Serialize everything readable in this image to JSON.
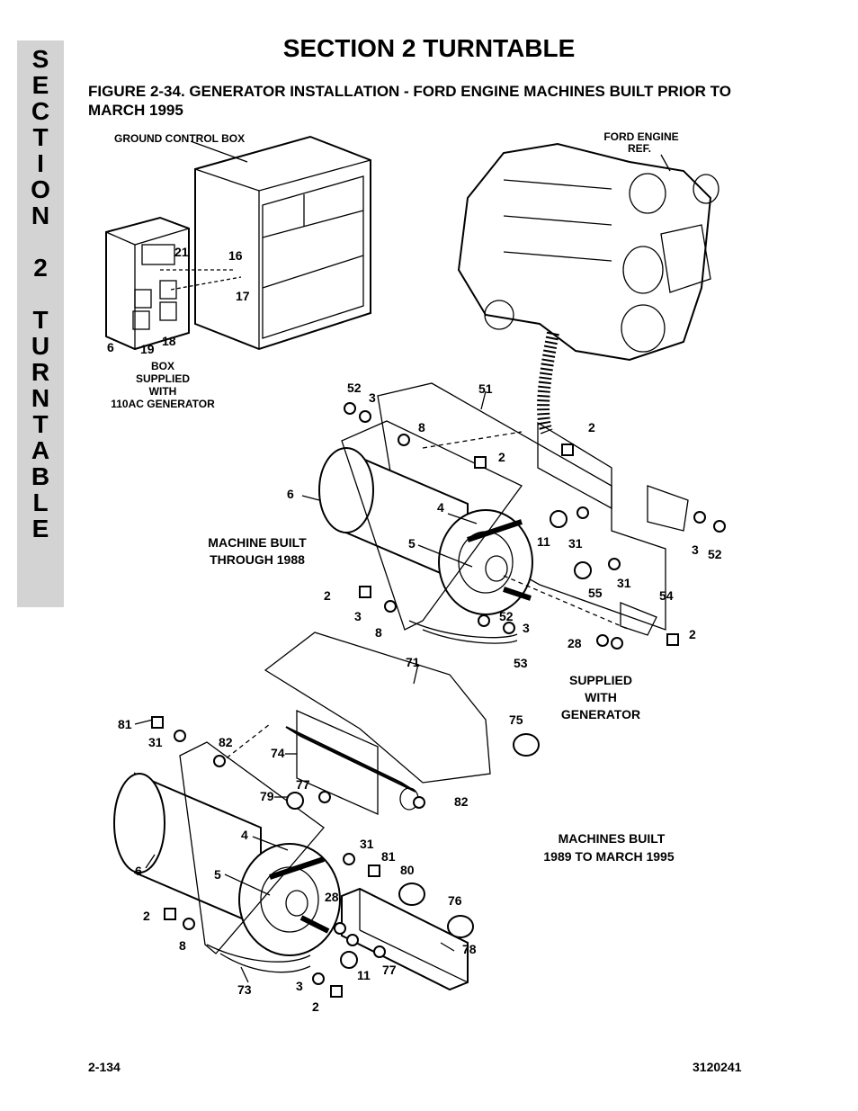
{
  "side_tab": {
    "letters": [
      "S",
      "E",
      "C",
      "T",
      "I",
      "O",
      "N",
      "",
      "2",
      "",
      "T",
      "U",
      "R",
      "N",
      "T",
      "A",
      "B",
      "L",
      "E"
    ]
  },
  "page_title": "SECTION 2  TURNTABLE",
  "figure_title": "FIGURE 2-34.  GENERATOR INSTALLATION - FORD ENGINE MACHINES BUILT PRIOR TO MARCH 1995",
  "captions": {
    "ground_control_box": "GROUND CONTROL BOX",
    "ford_engine_1": "FORD ENGINE",
    "ford_engine_2": "REF.",
    "box_supplied_1": "BOX",
    "box_supplied_2": "SUPPLIED",
    "box_supplied_3": "WITH",
    "box_supplied_4": "110AC GENERATOR",
    "machine_built_1": "MACHINE BUILT",
    "machine_built_2": "THROUGH 1988",
    "supplied_gen_1": "SUPPLIED",
    "supplied_gen_2": "WITH",
    "supplied_gen_3": "GENERATOR",
    "machines_built_1": "MACHINES BUILT",
    "machines_built_2": "1989 TO MARCH 1995"
  },
  "callouts": {
    "c21": "21",
    "c16": "16",
    "c17": "17",
    "c6a": "6",
    "c19": "19",
    "c18": "18",
    "c52a": "52",
    "c3a": "3",
    "c51": "51",
    "c8a": "8",
    "c2a": "2",
    "c2b": "2",
    "c6b": "6",
    "c4a": "4",
    "c5a": "5",
    "c11a": "11",
    "c31a": "31",
    "c3b": "3",
    "c52b": "52",
    "c55": "55",
    "c31b": "31",
    "c54": "54",
    "c2c": "2",
    "c3c": "3",
    "c8b": "8",
    "c52c": "52",
    "c3d": "3",
    "c28a": "28",
    "c2d": "2",
    "c53": "53",
    "c71": "71",
    "c81a": "81",
    "c31c": "31",
    "c82a": "82",
    "c75": "75",
    "c74": "74",
    "c77a": "77",
    "c79": "79",
    "c82b": "82",
    "c4b": "4",
    "c31d": "31",
    "c81b": "81",
    "c6c": "6",
    "c5b": "5",
    "c80": "80",
    "c28b": "28",
    "c76": "76",
    "c2e": "2",
    "c8c": "8",
    "c78": "78",
    "c11b": "11",
    "c77b": "77",
    "c73": "73",
    "c3e": "3",
    "c2f": "2"
  },
  "footer": {
    "page_number": "2-134",
    "doc_number": "3120241"
  }
}
